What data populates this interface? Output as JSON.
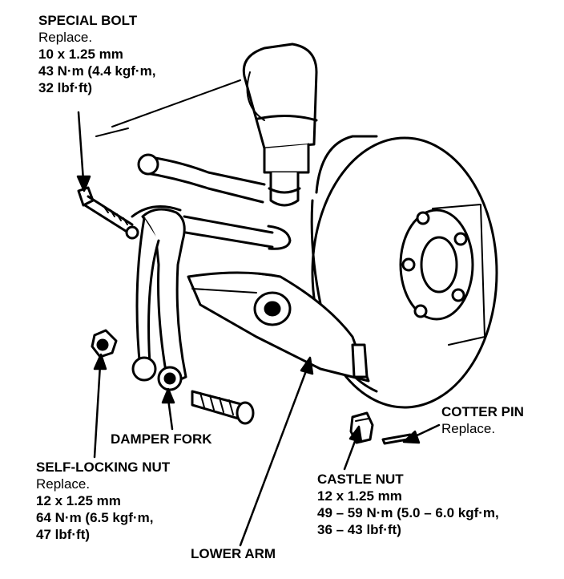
{
  "callouts": {
    "special_bolt": {
      "title": "SPECIAL BOLT",
      "note": "Replace.",
      "lines": [
        "10 x 1.25 mm",
        "43 N·m (4.4 kgf·m,",
        "32 lbf·ft)"
      ]
    },
    "self_locking_nut": {
      "title": "SELF-LOCKING NUT",
      "note": "Replace.",
      "lines": [
        "12 x 1.25 mm",
        "64 N·m (6.5 kgf·m,",
        "47 lbf·ft)"
      ]
    },
    "damper_fork": {
      "title": "DAMPER FORK"
    },
    "lower_arm": {
      "title": "LOWER ARM"
    },
    "cotter_pin": {
      "title": "COTTER PIN",
      "note": "Replace."
    },
    "castle_nut": {
      "title": "CASTLE NUT",
      "lines": [
        "12 x 1.25 mm",
        "49 – 59 N·m (5.0 – 6.0 kgf·m,",
        "36 – 43 lbf·ft)"
      ]
    }
  },
  "colors": {
    "ink": "#000000",
    "paper": "#ffffff"
  }
}
